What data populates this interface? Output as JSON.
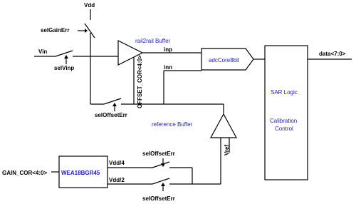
{
  "labels": {
    "vdd_top": "Vdd",
    "sel_gain_err": "selGainErr",
    "vin": "Vin",
    "sel_vinp": "selVinp",
    "rail2rail": "rail2rail Buffer",
    "offset_cor": "OFFSET_COR<4:0>",
    "inp": "inp",
    "inn": "inn",
    "adc_core": "adcCore8bit",
    "sar_logic": "SAR Logic",
    "calibration": "Calibration",
    "control": "Control",
    "data_out": "data<7:0>",
    "sel_offset_err_1": "selOffsetErr",
    "reference_buffer": "reference Buffer",
    "vref": "Vref",
    "sel_offset_err_2": "selOffsetErr",
    "gain_cor": "GAIN_COR<4:0>",
    "wea_block": "WEA18BGR45",
    "vdd4": "Vdd/4",
    "vdd2": "Vdd/2",
    "sel_offset_err_3": "selOffsetErr"
  },
  "colors": {
    "wire": "#000000",
    "blue_text": "#1f1fb4"
  }
}
